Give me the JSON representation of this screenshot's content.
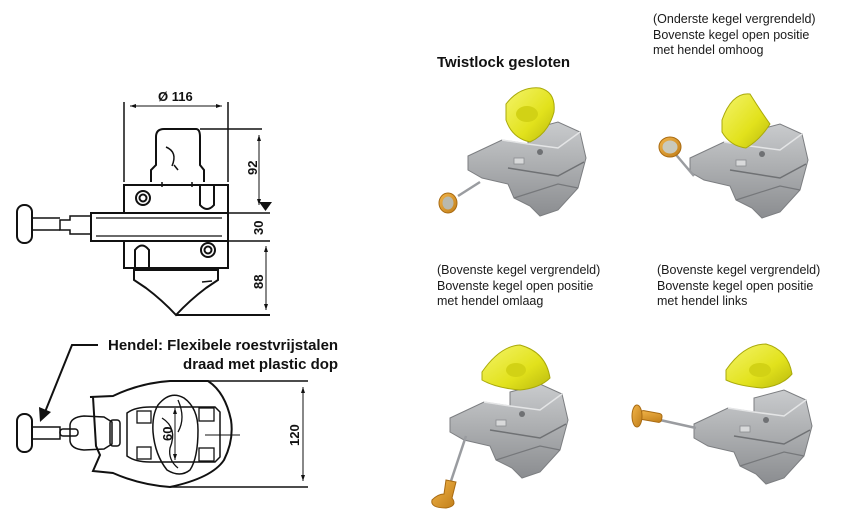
{
  "drawing": {
    "dimensions": {
      "diameter": "Ø 116",
      "top_height": "92",
      "middle_height": "30",
      "bottom_height": "88",
      "inner_width": "60",
      "overall_width": "120"
    },
    "handle_note": {
      "line1": "Hendel: Flexibele roestvrijstalen",
      "line2": "draad met plastic dop"
    }
  },
  "views": [
    {
      "title": "Twistlock gesloten"
    },
    {
      "line1": "(Onderste kegel vergrendeld)",
      "line2": "Bovenste kegel open positie",
      "line3": "met hendel omhoog"
    },
    {
      "line1": "(Bovenste kegel vergrendeld)",
      "line2": "Bovenste kegel open positie",
      "line3": "met hendel omlaag"
    },
    {
      "line1": "(Bovenste kegel vergrendeld)",
      "line2": "Bovenste kegel open positie",
      "line3": "met hendel links"
    }
  ],
  "colors": {
    "cone_yellow": "#e6e61e",
    "body_grey": "#a6a8aa",
    "knob_orange": "#d9962a"
  }
}
